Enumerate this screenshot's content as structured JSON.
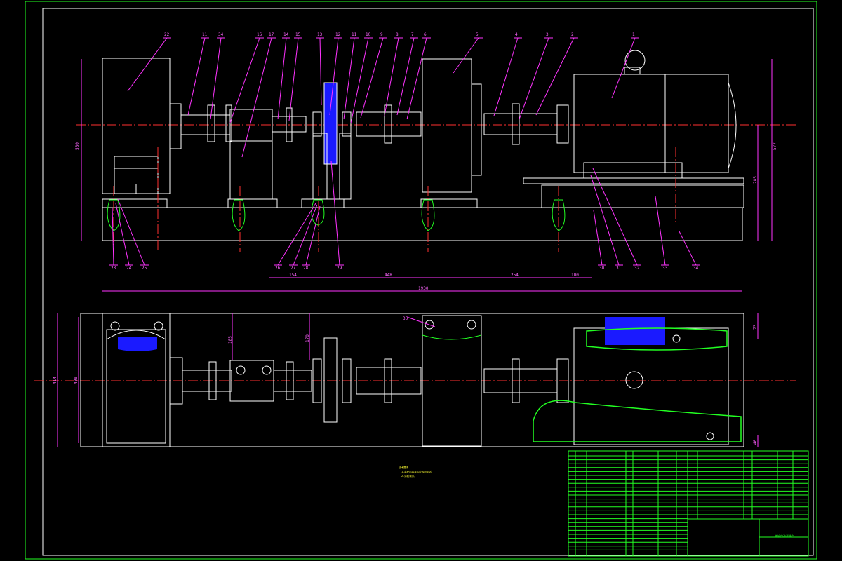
{
  "drawing": {
    "front_view_balloons_top": [
      "22",
      "11",
      "34",
      "16",
      "17",
      "14",
      "15",
      "13",
      "12",
      "11",
      "10",
      "9",
      "8",
      "7",
      "6",
      "5",
      "4",
      "3",
      "2",
      "1"
    ],
    "front_view_balloons_bottom": [
      "23",
      "24",
      "25",
      "26",
      "27",
      "28",
      "29",
      "30",
      "31",
      "32",
      "33",
      "34"
    ],
    "dimensions": {
      "overall_length": "1930",
      "left_height": "560",
      "right_height_a": "577",
      "right_height_b": "285",
      "span_154": "154",
      "span_448": "448",
      "span_254": "254",
      "span_100": "100",
      "plan_width": "414",
      "plan_width_inner": "400",
      "plan_offset_a": "185",
      "plan_offset_b": "170",
      "plan_offset_c": "73",
      "plan_offset_d": "40",
      "plan_balloon": "35"
    },
    "notes_heading": "技术要求",
    "notes_lines": [
      "1.装配后各零件应转动灵活。",
      "2.涂防锈漆。"
    ],
    "title_block_name": "齿轮传动试验台",
    "colors": {
      "outline": "#ffffff",
      "dimension": "#ff33ff",
      "centerline": "#ff3030",
      "table": "#22ff22",
      "hatch": "#1a1aff"
    }
  }
}
